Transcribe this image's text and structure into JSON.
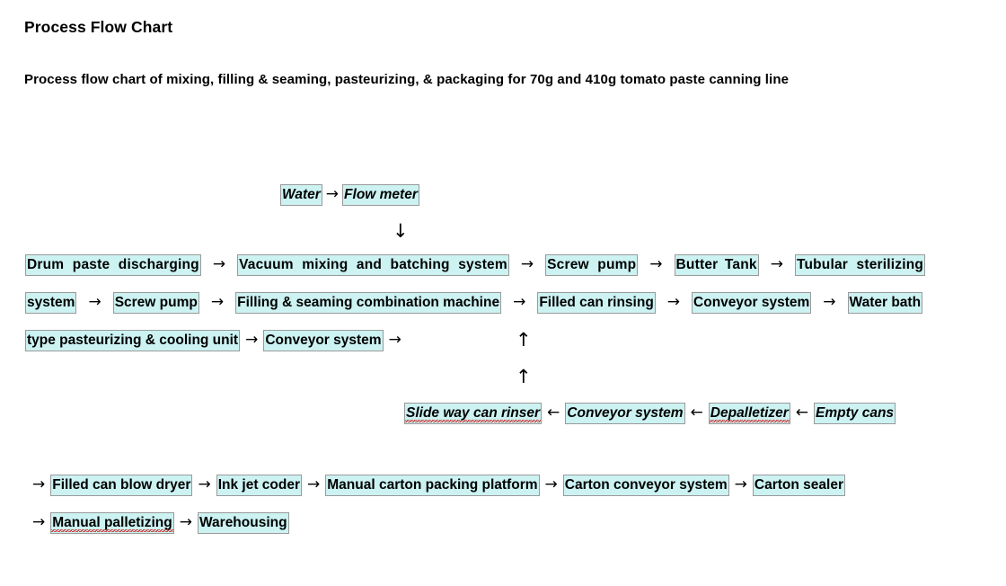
{
  "document": {
    "title": "Process Flow Chart",
    "subtitle": "Process flow chart of mixing, filling & seaming, pasteurizing, & packaging for 70g and 410g tomato paste canning line"
  },
  "glyphs": {
    "arrow_right": "→",
    "arrow_left": "←",
    "arrow_down": "↓",
    "arrow_up": "↑"
  },
  "colors": {
    "highlight": "#ccf2f2",
    "chip_border": "#9a9a9a",
    "text": "#000000",
    "spellcheck_underline": "#d21919",
    "page_background": "#ffffff"
  },
  "chart_data": {
    "type": "diagram",
    "title": "Process Flow Chart",
    "subtitle": "Process flow chart of mixing, filling & seaming, pasteurizing, & packaging for 70g and 410g tomato paste canning line",
    "branches": [
      {
        "name": "water-branch",
        "direction": "left-to-right",
        "style": "bold-italic",
        "nodes": [
          "Water",
          "Flow meter"
        ],
        "terminator": "arrow-down-into-main-line"
      },
      {
        "name": "main-process-line",
        "direction": "left-to-right",
        "style": "bold",
        "nodes": [
          "Drum paste discharging",
          "Vacuum mixing and batching system",
          "Screw pump",
          "Butter Tank",
          "Tubular sterilizing system",
          "Screw pump",
          "Filling & seaming combination machine",
          "Filled can rinsing",
          "Conveyor system",
          "Water bath type pasteurizing & cooling unit",
          "Conveyor system"
        ]
      },
      {
        "name": "empty-can-infeed-line",
        "direction": "right-to-left",
        "style": "bold-italic",
        "nodes": [
          "Empty cans",
          "Depalletizer",
          "Conveyor system",
          "Slide way can rinser"
        ],
        "terminator": "arrow-up-into-main-line"
      },
      {
        "name": "packaging-line",
        "direction": "left-to-right",
        "style": "bold",
        "nodes": [
          "Filled can blow dryer",
          "Ink jet coder",
          "Manual carton packing platform",
          "Carton conveyor system",
          "Carton sealer",
          "Manual palletizing",
          "Warehousing"
        ]
      }
    ],
    "misspelled_nodes": [
      "Slide way can rinser",
      "Depalletizer",
      "Manual palletizing"
    ]
  },
  "nodes": {
    "water": "Water",
    "flow_meter": "Flow meter",
    "drum_paste_discharging": "Drum  paste  discharging",
    "vacuum_mixing": "Vacuum  mixing  and  batching  system",
    "screw_pump_1": "Screw  pump",
    "butter_tank": "Butter Tank",
    "tubular_sterilizing": "Tubular  sterilizing",
    "system_cont": "system",
    "screw_pump_2": "Screw pump",
    "filling_seaming": "Filling & seaming combination machine",
    "filled_can_rinsing": "Filled can rinsing",
    "conveyor_system_1": "Conveyor system",
    "water_bath": "Water bath",
    "pasteurizing_cont": "type pasteurizing & cooling unit",
    "conveyor_system_2": "Conveyor system",
    "slide_way_can_rinser": "Slide way can rinser",
    "conveyor_system_3": "Conveyor system",
    "depalletizer": "Depalletizer",
    "empty_cans": "Empty cans",
    "filled_can_blow_dryer": "Filled can blow dryer",
    "ink_jet_coder": "Ink jet coder",
    "manual_carton_packing": "Manual carton packing platform",
    "carton_conveyor_system": "Carton conveyor system",
    "carton_sealer": "Carton sealer",
    "manual_palletizing": "Manual palletizing",
    "warehousing": "Warehousing"
  }
}
